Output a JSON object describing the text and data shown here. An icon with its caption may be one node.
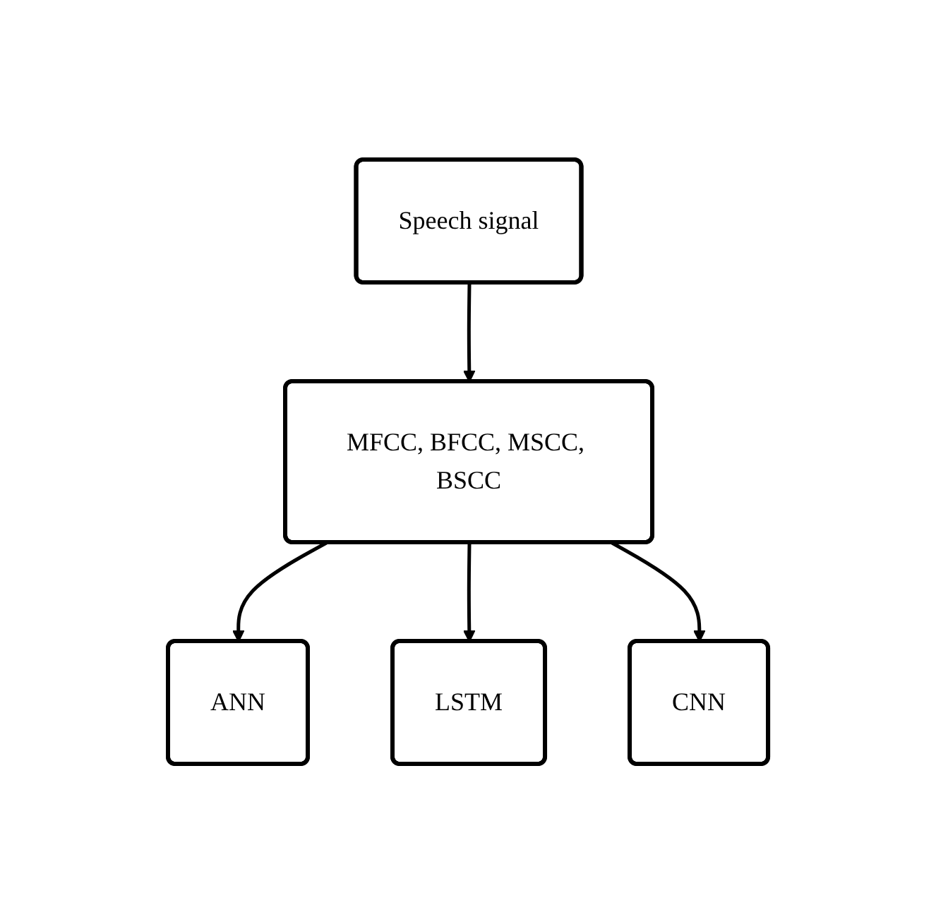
{
  "diagram": {
    "nodes": [
      {
        "text": [
          "Speech signal"
        ]
      },
      {
        "text": [
          "MFCC, BFCC, MSCC, BSCC"
        ]
      },
      {
        "text": [
          "ANN"
        ]
      },
      {
        "text": [
          "LSTM"
        ]
      },
      {
        "text": [
          "CNN"
        ]
      }
    ],
    "edges": [
      {
        "from": 0,
        "to": 1,
        "arrow": "to"
      },
      {
        "from": 1,
        "to": 2,
        "arrow": "to"
      },
      {
        "from": 1,
        "to": 3,
        "arrow": "to"
      },
      {
        "from": 1,
        "to": 4,
        "arrow": "to"
      }
    ]
  }
}
